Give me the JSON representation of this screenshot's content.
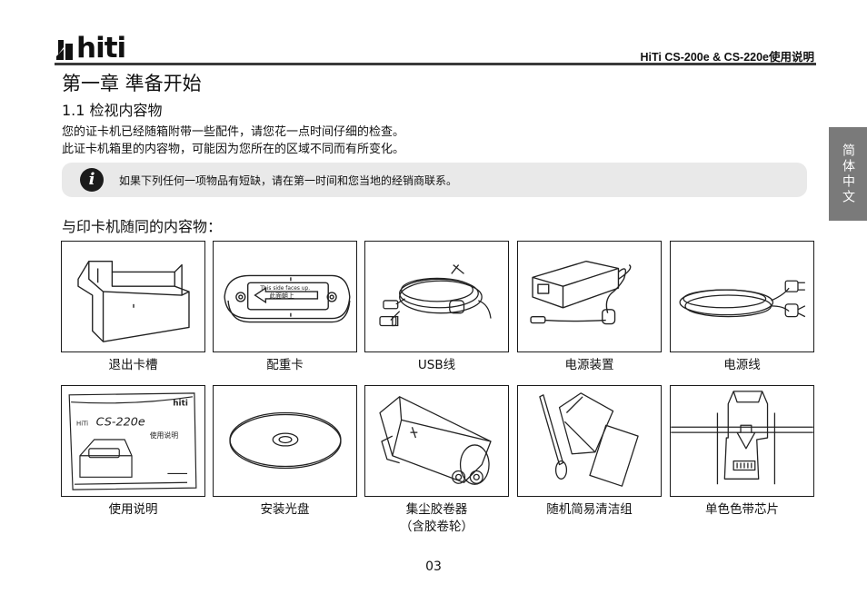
{
  "header": {
    "logo": "hiti",
    "right_title": "HiTi CS-200e & CS-220e使用说明"
  },
  "chapter_title": "第一章  準备开始",
  "section_title": "1.1 检视内容物",
  "intro": [
    "您的证卡机已经随箱附带一些配件，请您花一点时间仔细的检查。",
    "此证卡机箱里的内容物，可能因为您所在的区域不同而有所变化。"
  ],
  "note": {
    "icon": "info-icon",
    "text": "如果下列任何一项物品有短缺，请在第一时间和您当地的经销商联系。"
  },
  "side_tab": "简体中文",
  "contents_heading": "与印卡机随同的内容物：",
  "items": [
    {
      "label": "退出卡槽",
      "icon": "card-output-tray-icon"
    },
    {
      "label": "配重卡",
      "icon": "weight-card-icon",
      "card_text_top": "This side faces up.",
      "card_text_bottom": "此面朝上"
    },
    {
      "label": "USB线",
      "icon": "usb-cable-icon"
    },
    {
      "label": "电源装置",
      "icon": "power-adapter-icon"
    },
    {
      "label": "电源线",
      "icon": "power-cord-icon"
    },
    {
      "label": "使用说明",
      "icon": "user-manual-icon",
      "manual_logo": "hiti",
      "manual_model_prefix": "HiTi",
      "manual_model": "CS-220e",
      "manual_subtitle": "使用说明"
    },
    {
      "label": "安装光盘",
      "icon": "installation-cd-icon"
    },
    {
      "label": "集尘胶卷器",
      "label2": "（含胶卷轮）",
      "icon": "dust-roller-icon"
    },
    {
      "label": "随机简易清洁组",
      "icon": "cleaning-kit-icon"
    },
    {
      "label": "单色色带芯片",
      "icon": "ribbon-chip-icon"
    }
  ],
  "page_number": "03"
}
